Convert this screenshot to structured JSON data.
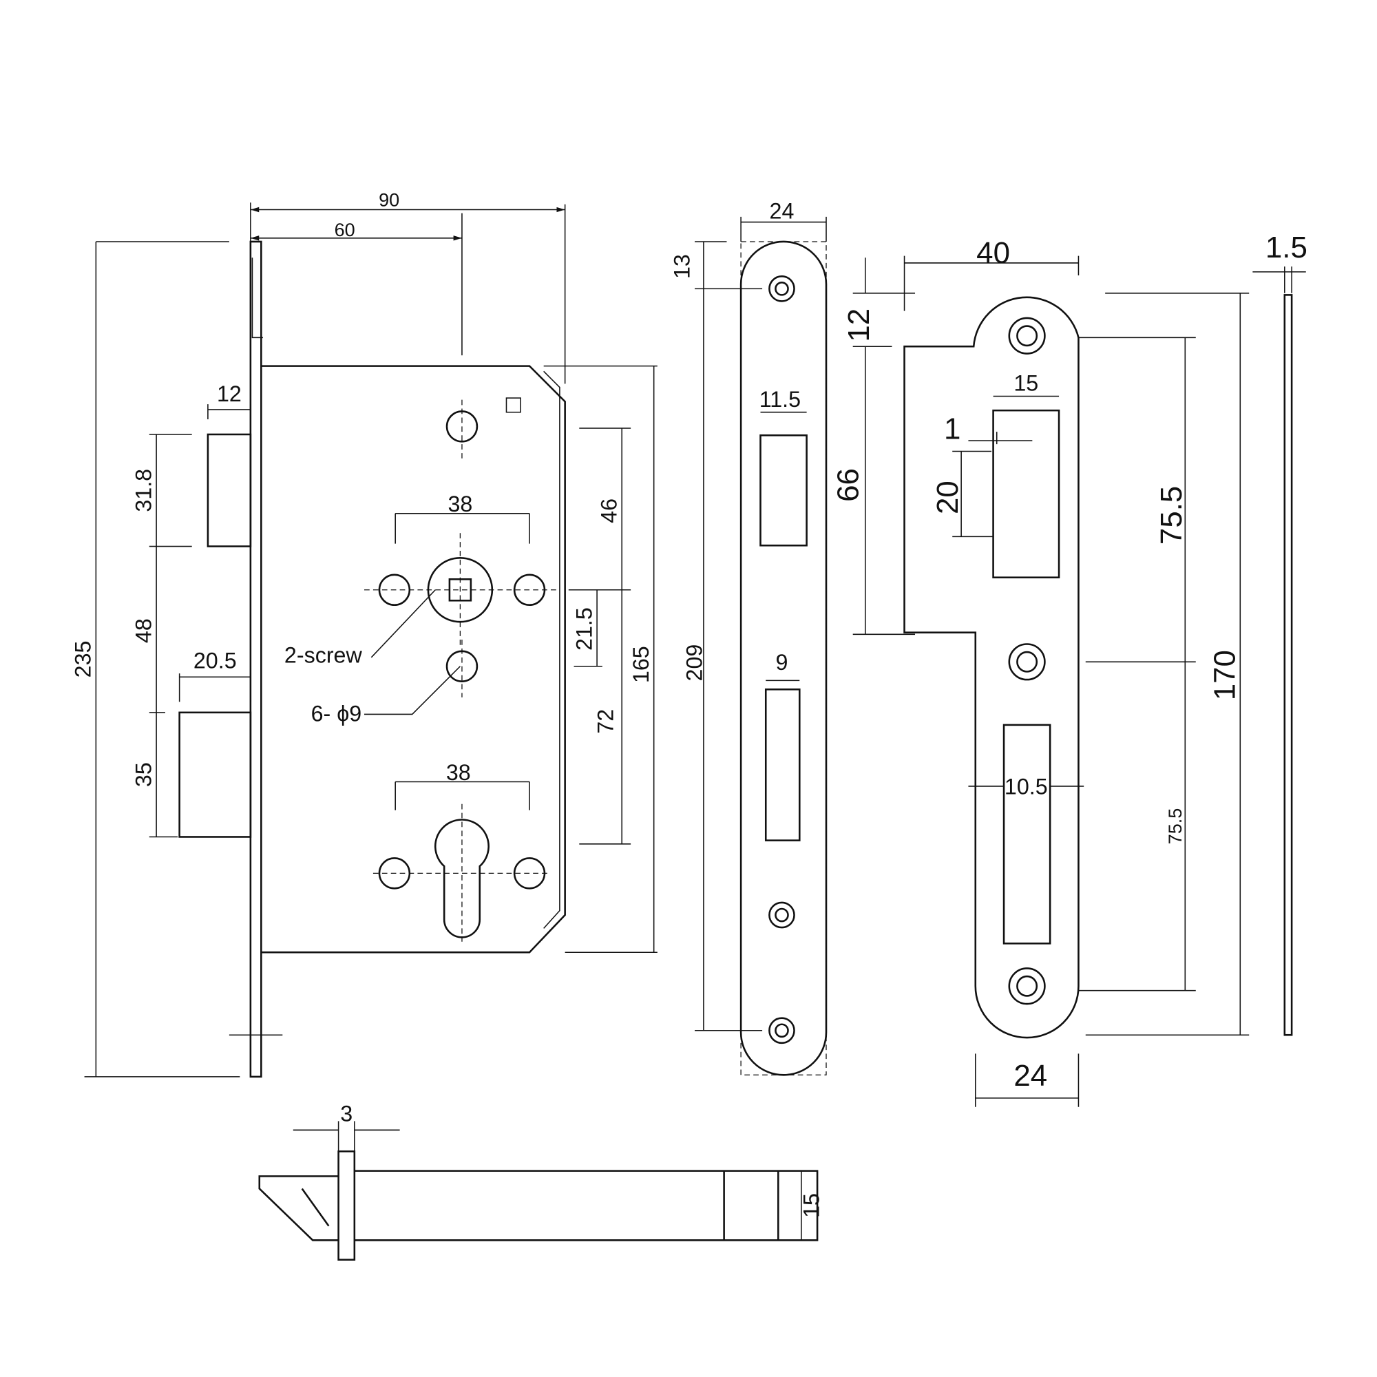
{
  "lock_body": {
    "width_total": "90",
    "backset": "60",
    "faceplate_offset": "12",
    "latch_height": "31.8",
    "latch_to_bolt": "48",
    "bolt_projection": "20.5",
    "bolt_height": "35",
    "total_height": "235",
    "spindle_holes": "38",
    "cylinder_holes": "38",
    "top_to_spindle": "46",
    "spindle_offset": "21.5",
    "body_height": "165",
    "spindle_to_cylinder": "72",
    "screw_label": "2-screw",
    "hole_label": "6- ϕ9"
  },
  "faceplate": {
    "width": "24",
    "top_offset": "13",
    "latch_slot": "11.5",
    "height": "209",
    "bolt_slot": "9"
  },
  "strike_plate": {
    "width_top": "40",
    "top_offset": "12",
    "lip_height": "66",
    "latch_opening": "15",
    "step": "1",
    "latch_depth": "20",
    "upper_spacing": "75.5",
    "lower_spacing": "75.5",
    "height": "170",
    "bolt_opening": "10.5",
    "width_bottom": "24",
    "thickness": "1.5"
  },
  "bolt_side": {
    "thickness": "3",
    "height": "15"
  }
}
